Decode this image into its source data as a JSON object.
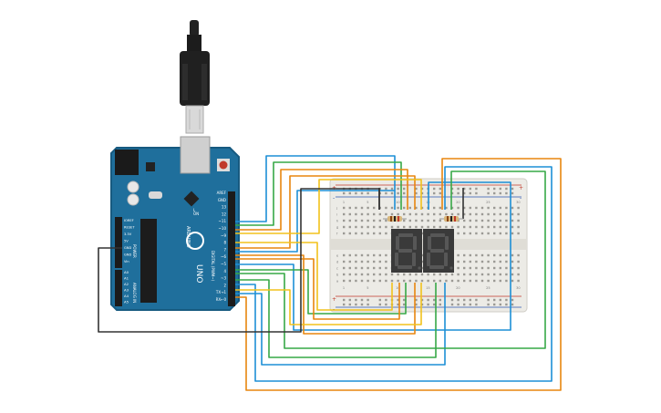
{
  "arduino": {
    "brand": "ARDUINO",
    "model": "UNO",
    "digital_label": "DIGITAL (PWM~)",
    "power_label": "POWER",
    "analog_label": "ANALOG IN",
    "on_label": "ON",
    "tx_label": "TX",
    "rx_label": "RX",
    "l_label": "L",
    "digital_pins": [
      "AREF",
      "GND",
      "13",
      "12",
      "~11",
      "~10",
      "~9",
      "8",
      "7",
      "~6",
      "~5",
      "4",
      "~3",
      "2",
      "TX→1",
      "RX←0"
    ],
    "power_pins": [
      "IOREF",
      "RESET",
      "3.3V",
      "5V",
      "GND",
      "GND",
      "Vin"
    ],
    "analog_pins": [
      "A0",
      "A1",
      "A2",
      "A3",
      "A4",
      "A5"
    ]
  },
  "display": {
    "left_digit": "8",
    "right_digit": "8"
  },
  "breadboard": {
    "column_numbers": [
      "1",
      "5",
      "10",
      "15",
      "20",
      "25",
      "30"
    ],
    "row_letters_top": [
      "j",
      "i",
      "h",
      "g",
      "f"
    ],
    "row_letters_bottom": [
      "e",
      "d",
      "c",
      "b",
      "a"
    ],
    "rail_plus": "+",
    "rail_minus": "-"
  },
  "colors": {
    "board": "#1f6f9c",
    "board_dark": "#175a80",
    "breadboard": "#ecebe6",
    "wire_blue": "#1d8fd6",
    "wire_green": "#37a847",
    "wire_orange": "#e8860f",
    "wire_yellow": "#f2c21b",
    "wire_black": "#333333",
    "display": "#3a3a3a",
    "segment": "#575757"
  }
}
